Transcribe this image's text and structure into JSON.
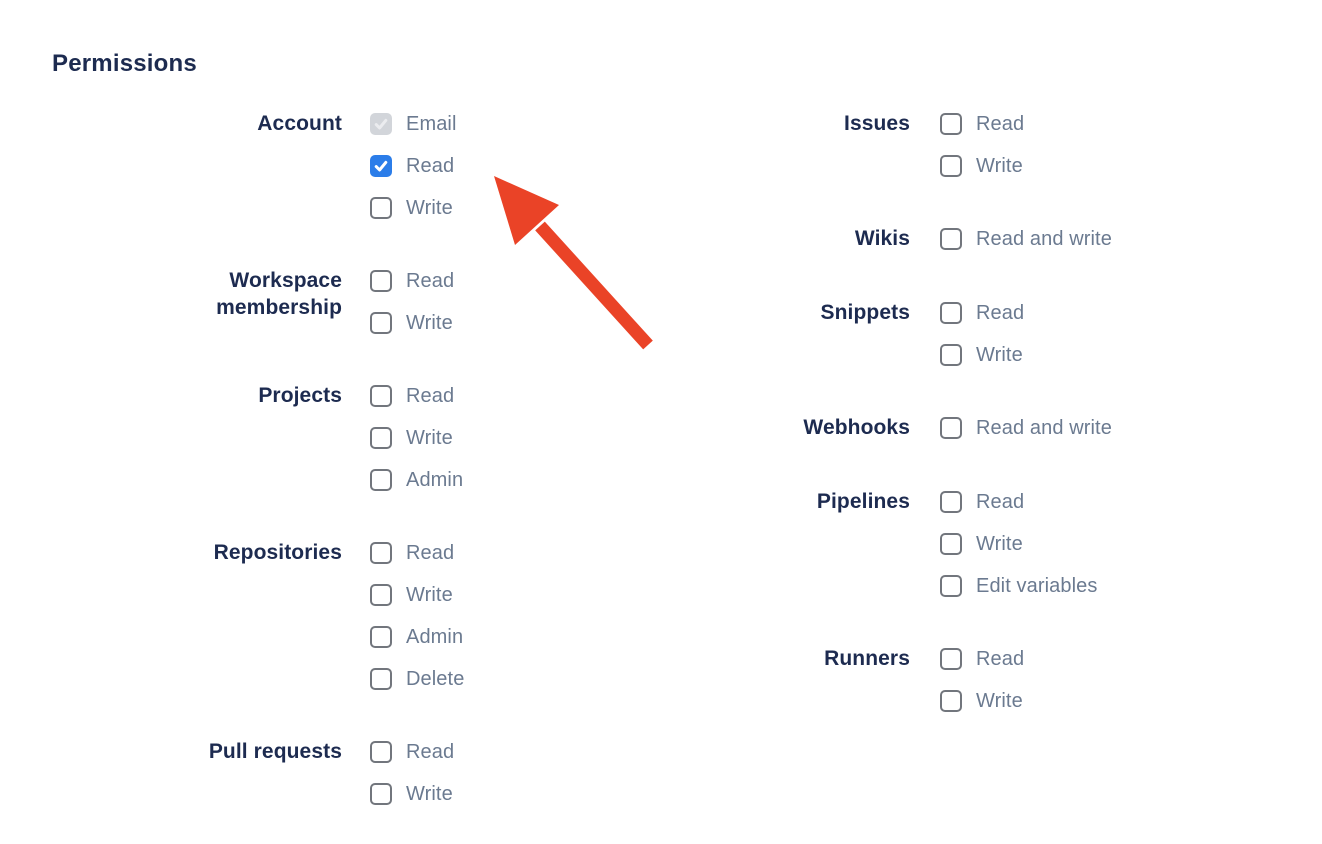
{
  "heading": "Permissions",
  "colors": {
    "heading_text": "#1D2B50",
    "group_label_text": "#1D2B50",
    "option_label_text": "#6B7A90",
    "checkbox_border": "#72767D",
    "checkbox_checked_bg": "#2B7DE9",
    "checkbox_check": "#FFFFFF",
    "checkbox_disabled_bg": "#D2D5DA",
    "checkbox_disabled_check": "#EBECEF",
    "arrow": "#EA4327",
    "page_bg": "#FFFFFF"
  },
  "columns": [
    {
      "name": "left",
      "groups": [
        {
          "label": "Account",
          "options": [
            {
              "label": "Email",
              "state": "checked-disabled"
            },
            {
              "label": "Read",
              "state": "checked"
            },
            {
              "label": "Write",
              "state": "unchecked"
            }
          ]
        },
        {
          "label": "Workspace membership",
          "options": [
            {
              "label": "Read",
              "state": "unchecked"
            },
            {
              "label": "Write",
              "state": "unchecked"
            }
          ]
        },
        {
          "label": "Projects",
          "options": [
            {
              "label": "Read",
              "state": "unchecked"
            },
            {
              "label": "Write",
              "state": "unchecked"
            },
            {
              "label": "Admin",
              "state": "unchecked"
            }
          ]
        },
        {
          "label": "Repositories",
          "options": [
            {
              "label": "Read",
              "state": "unchecked"
            },
            {
              "label": "Write",
              "state": "unchecked"
            },
            {
              "label": "Admin",
              "state": "unchecked"
            },
            {
              "label": "Delete",
              "state": "unchecked"
            }
          ]
        },
        {
          "label": "Pull requests",
          "options": [
            {
              "label": "Read",
              "state": "unchecked"
            },
            {
              "label": "Write",
              "state": "unchecked"
            }
          ]
        }
      ]
    },
    {
      "name": "right",
      "groups": [
        {
          "label": "Issues",
          "options": [
            {
              "label": "Read",
              "state": "unchecked"
            },
            {
              "label": "Write",
              "state": "unchecked"
            }
          ]
        },
        {
          "label": "Wikis",
          "options": [
            {
              "label": "Read and write",
              "state": "unchecked"
            }
          ]
        },
        {
          "label": "Snippets",
          "options": [
            {
              "label": "Read",
              "state": "unchecked"
            },
            {
              "label": "Write",
              "state": "unchecked"
            }
          ]
        },
        {
          "label": "Webhooks",
          "options": [
            {
              "label": "Read and write",
              "state": "unchecked"
            }
          ]
        },
        {
          "label": "Pipelines",
          "options": [
            {
              "label": "Read",
              "state": "unchecked"
            },
            {
              "label": "Write",
              "state": "unchecked"
            },
            {
              "label": "Edit variables",
              "state": "unchecked"
            }
          ]
        },
        {
          "label": "Runners",
          "options": [
            {
              "label": "Read",
              "state": "unchecked"
            },
            {
              "label": "Write",
              "state": "unchecked"
            }
          ]
        }
      ]
    }
  ],
  "annotation": {
    "type": "arrow",
    "color": "#EA4327",
    "points_at": "account-read-checkbox"
  }
}
